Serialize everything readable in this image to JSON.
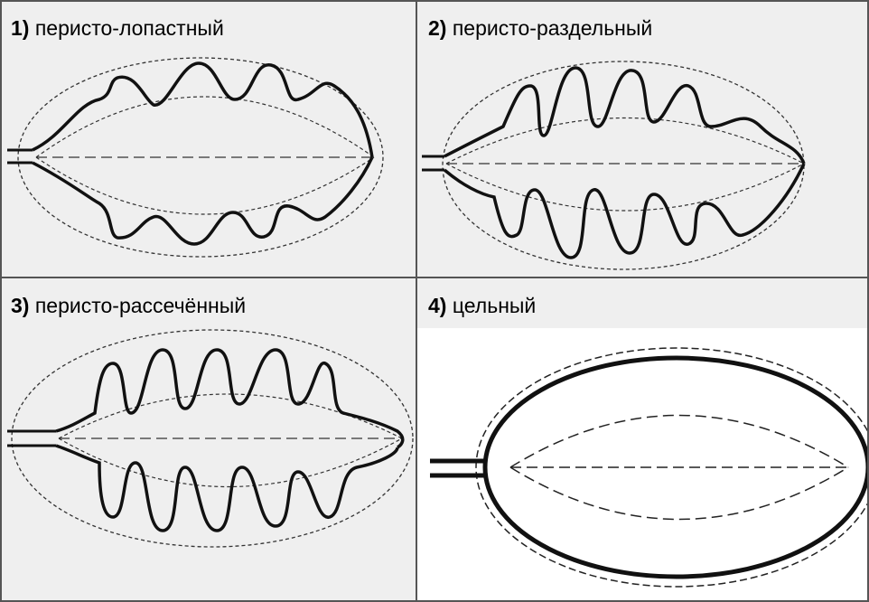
{
  "panels": [
    {
      "number": "1)",
      "title": "перисто-лопастный"
    },
    {
      "number": "2)",
      "title": "перисто-раздельный"
    },
    {
      "number": "3)",
      "title": "перисто-рассечённый"
    },
    {
      "number": "4)",
      "title": "цельный"
    }
  ],
  "colors": {
    "panel_gray": "#efefef",
    "panel_white": "#ffffff",
    "grid_line": "#555555",
    "stroke": "#111111"
  }
}
